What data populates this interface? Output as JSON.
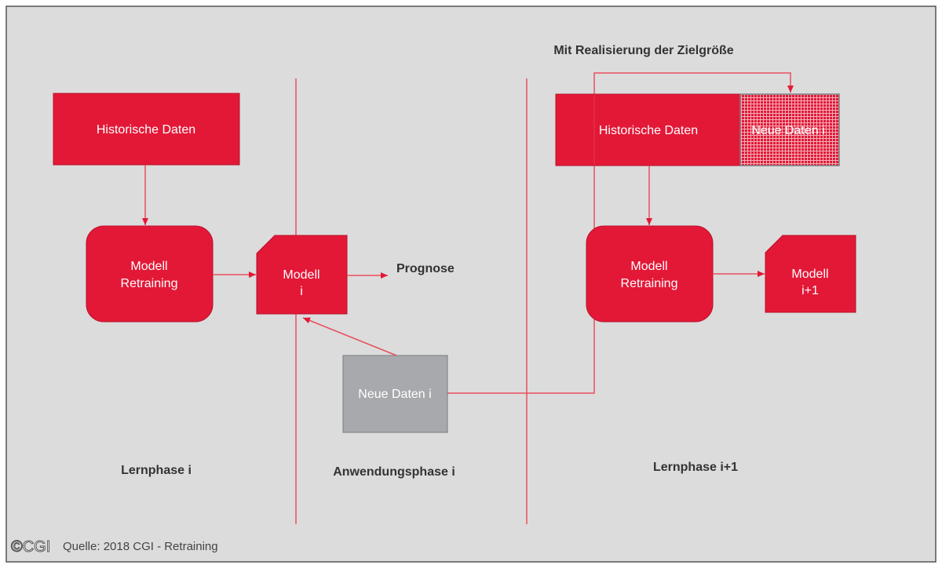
{
  "colors": {
    "accent": "#e31837",
    "background": "#dcdcdc",
    "gray_box": "#a7a9ac",
    "line": "#e8505f"
  },
  "top_label": "Mit Realisierung der Zielgröße",
  "left": {
    "historische": "Historische Daten",
    "retraining_line1": "Modell",
    "retraining_line2": "Retraining",
    "phase": "Lernphase i"
  },
  "middle": {
    "model_line1": "Modell",
    "model_line2": "i",
    "prognose": "Prognose",
    "neue_daten": "Neue Daten i",
    "phase": "Anwendungsphase i"
  },
  "right": {
    "historische": "Historische Daten",
    "neue_daten": "Neue Daten i",
    "retraining_line1": "Modell",
    "retraining_line2": "Retraining",
    "model_line1": "Modell",
    "model_line2": "i+1",
    "phase": "Lernphase i+1"
  },
  "footer": {
    "source": "Quelle: 2018 CGI - Retraining",
    "watermark": "©CGI"
  }
}
